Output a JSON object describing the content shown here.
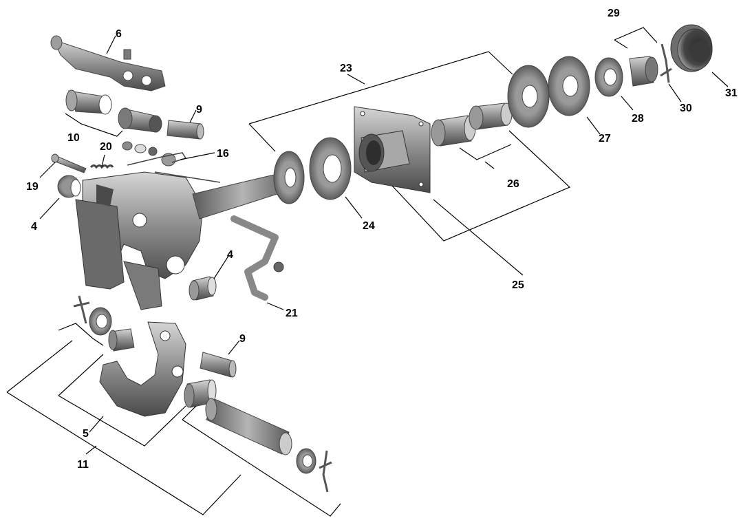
{
  "diagram": {
    "callouts": {
      "c6": "6",
      "c10": "10",
      "c9a": "9",
      "c20": "20",
      "c16": "16",
      "c19": "19",
      "c4a": "4",
      "c4b": "4",
      "c21": "21",
      "c23": "23",
      "c24": "24",
      "c25": "25",
      "c26": "26",
      "c27": "27",
      "c28": "28",
      "c29": "29",
      "c30": "30",
      "c31": "31",
      "c9b": "9",
      "c5": "5",
      "c11": "11"
    },
    "colors": {
      "part_dark": "#4a4a4a",
      "part_mid": "#8a8a8a",
      "part_light": "#c8c8c8",
      "line": "#000000"
    }
  }
}
